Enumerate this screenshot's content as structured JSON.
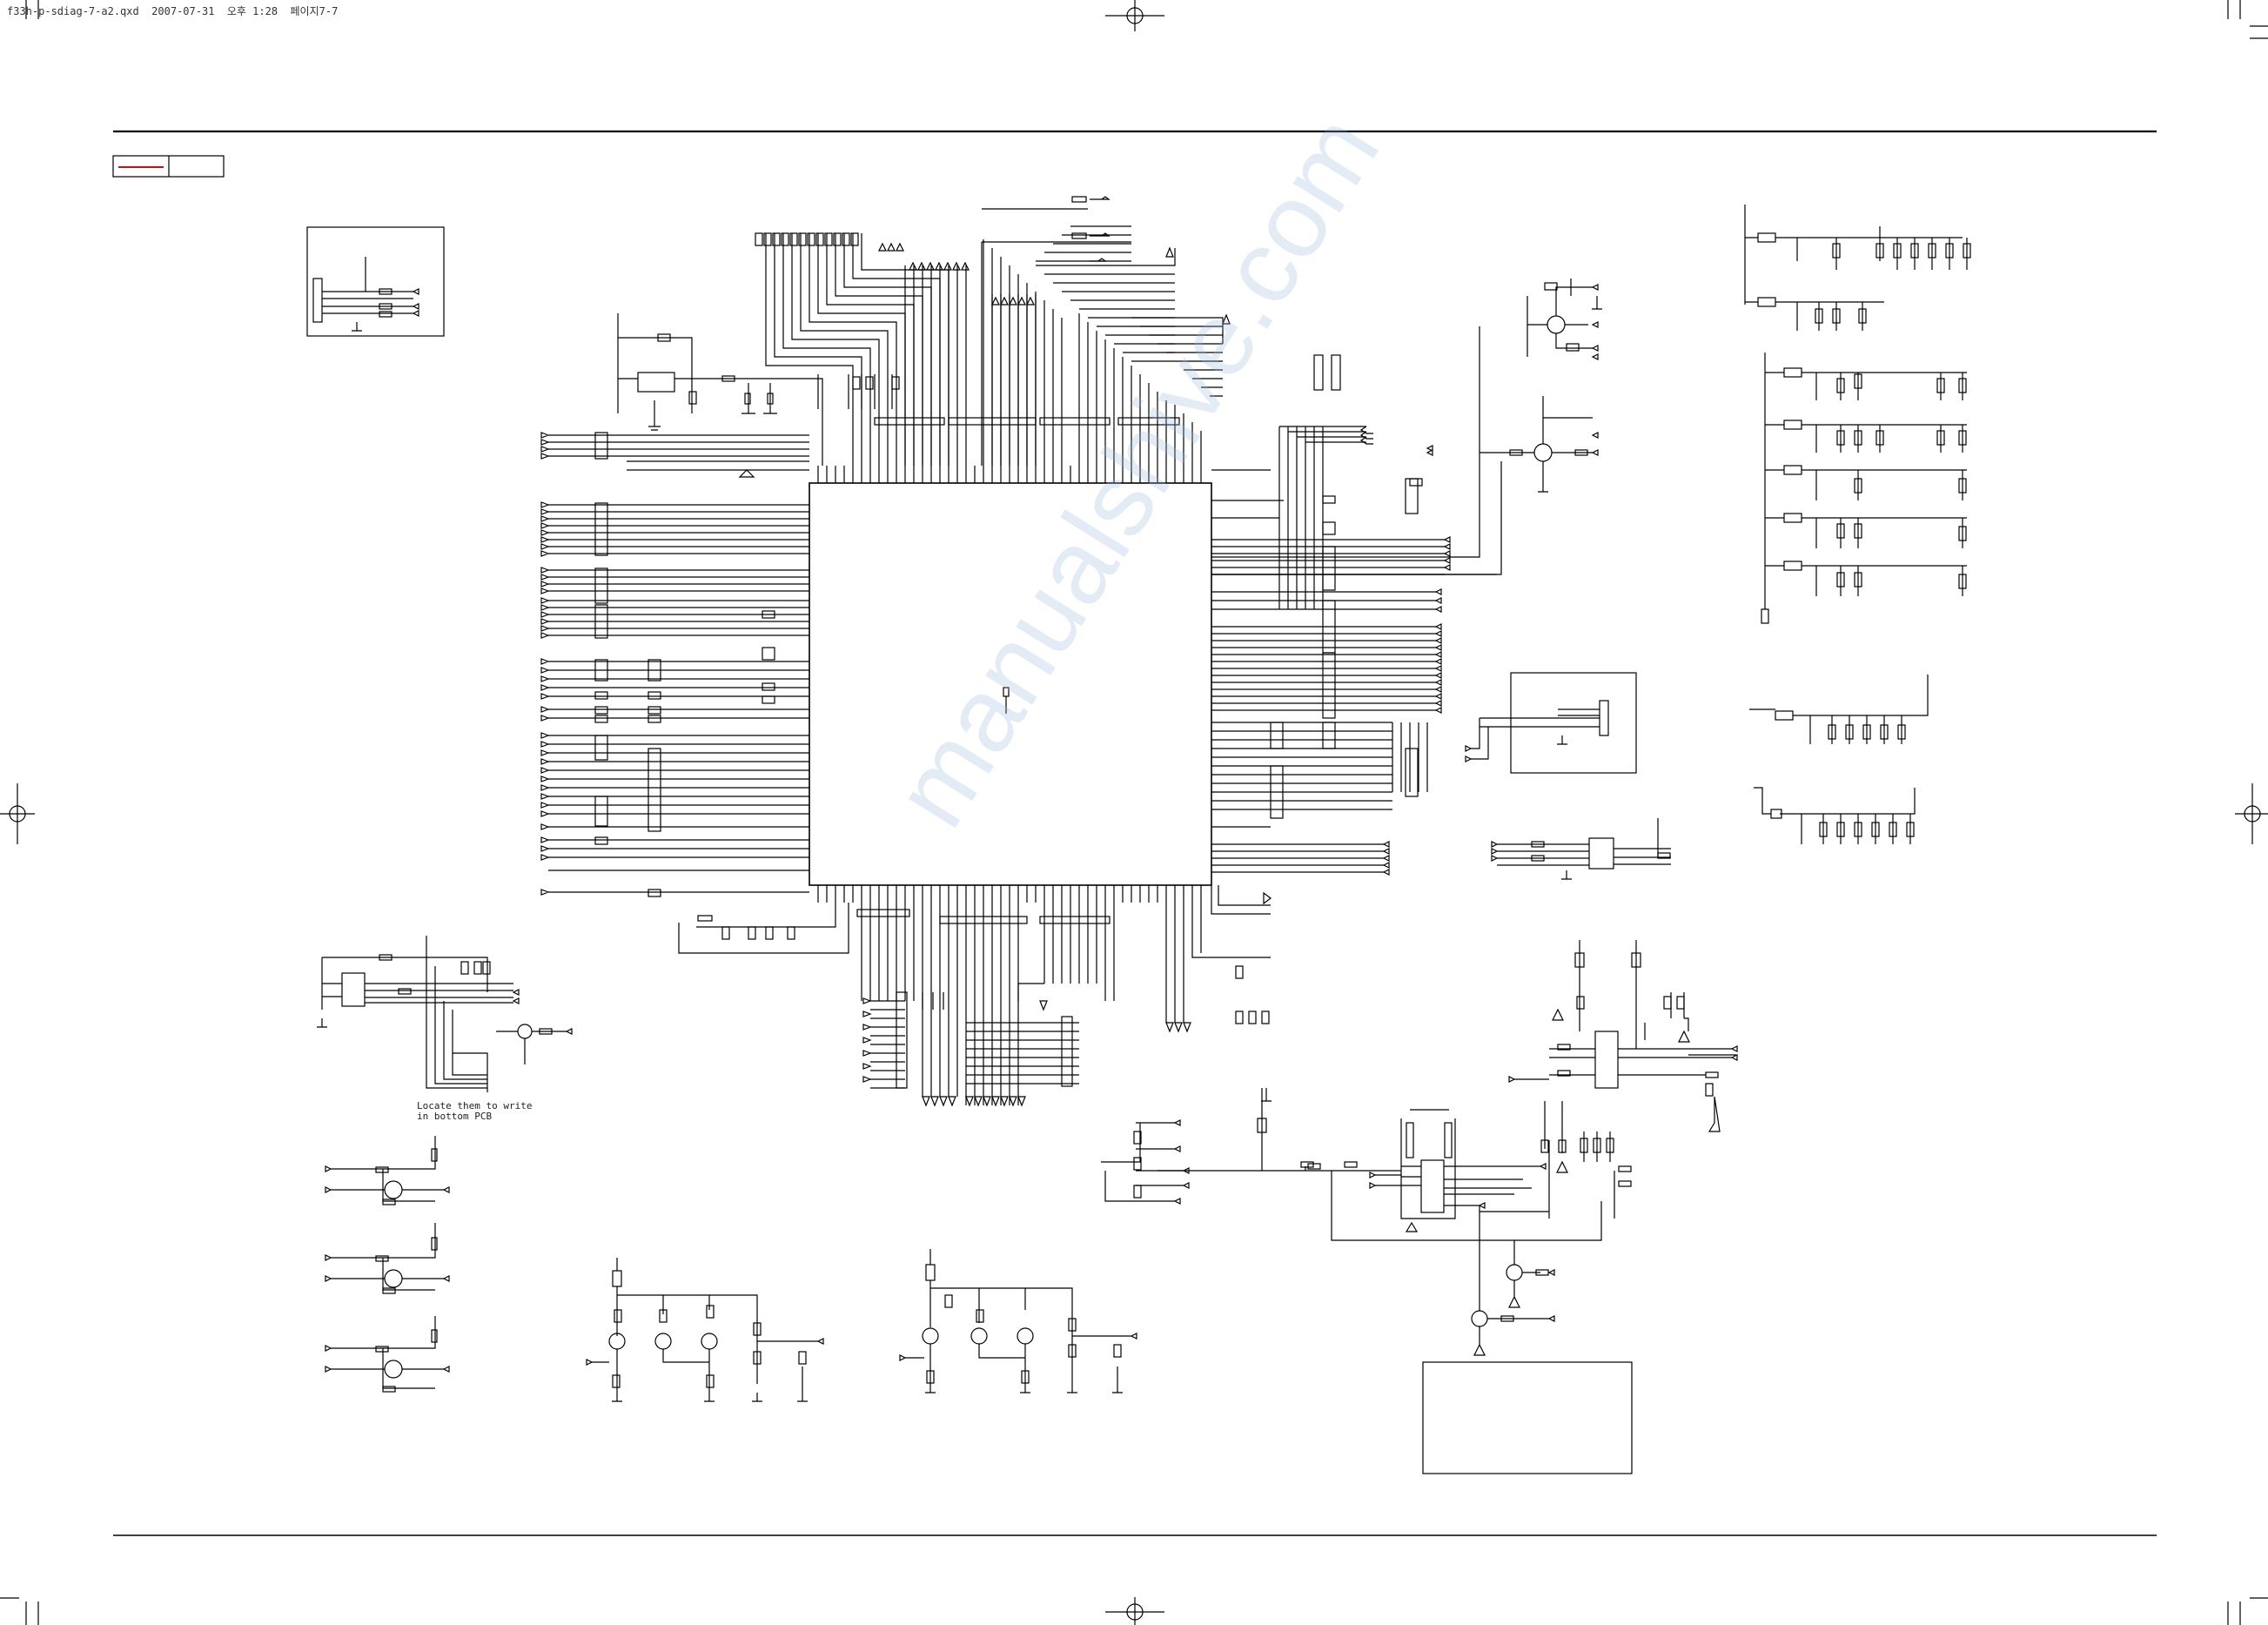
{
  "header": {
    "file_info": "f33h-p-sdiag-7-a2.qxd  2007-07-31  오후 1:28  페이지7-7"
  },
  "notes": {
    "locate_line1": "Locate them to write",
    "locate_line2": "in bottom PCB"
  },
  "watermark": {
    "text": "manualshive.com"
  },
  "colors": {
    "line": "#000000",
    "accent_red": "#d01010",
    "watermark": "#9db8dc"
  }
}
